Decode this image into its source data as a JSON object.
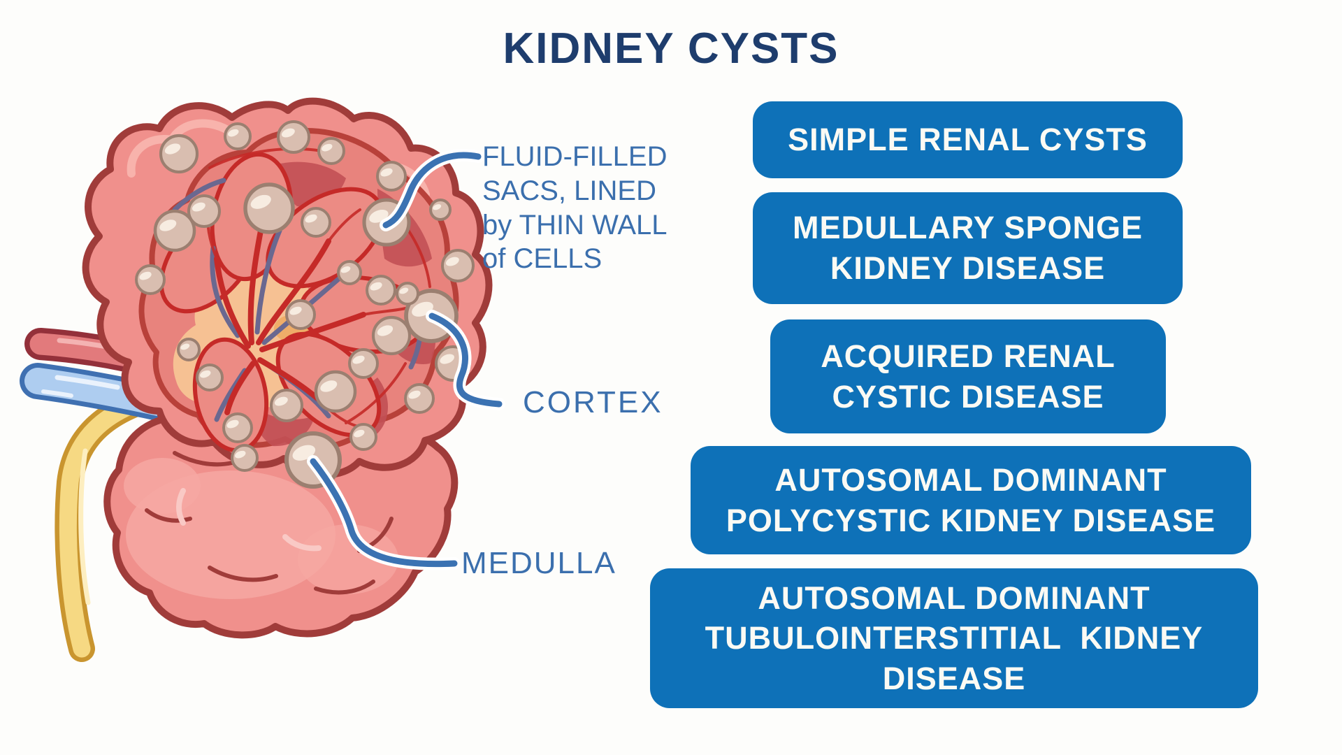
{
  "title": "KIDNEY CYSTS",
  "kidney_labels": {
    "annotation": "FLUID-FILLED\nSACS, LINED\nby THIN WALL\nof CELLS",
    "cortex": "CORTEX",
    "medulla": "MEDULLA"
  },
  "cyst_types": [
    {
      "label": "SIMPLE RENAL CYSTS"
    },
    {
      "label": "MEDULLARY SPONGE\nKIDNEY DISEASE"
    },
    {
      "label": "ACQUIRED RENAL\nCYSTIC DISEASE"
    },
    {
      "label": "AUTOSOMAL DOMINANT\nPOLYCYSTIC KIDNEY DISEASE"
    },
    {
      "label": "AUTOSOMAL DOMINANT\nTUBULOINTERSTITIAL  KIDNEY\nDISEASE"
    }
  ],
  "colors": {
    "button_blue": "#0e71b8",
    "button_text": "#fbfaf4",
    "title_navy": "#1e3d6d",
    "label_blue": "#3b6fad",
    "leader_line_blue": "#3b72b2",
    "kidney_pink": "#f0908c",
    "kidney_outline_red": "#a03c3a",
    "cut_surface_salmon": "#e8837d",
    "hilum_peach": "#f6c193",
    "pyramid_pink": "#ec8b84",
    "vessel_red": "#c52a28",
    "vein_purple": "#6a6890",
    "cyst_tan": "#d9beb0",
    "cyst_outline": "#9b7f70",
    "renal_artery_pink": "#e27a7c",
    "renal_vein_blue": "#aecdf0",
    "ureter_yellow": "#f6d983"
  }
}
